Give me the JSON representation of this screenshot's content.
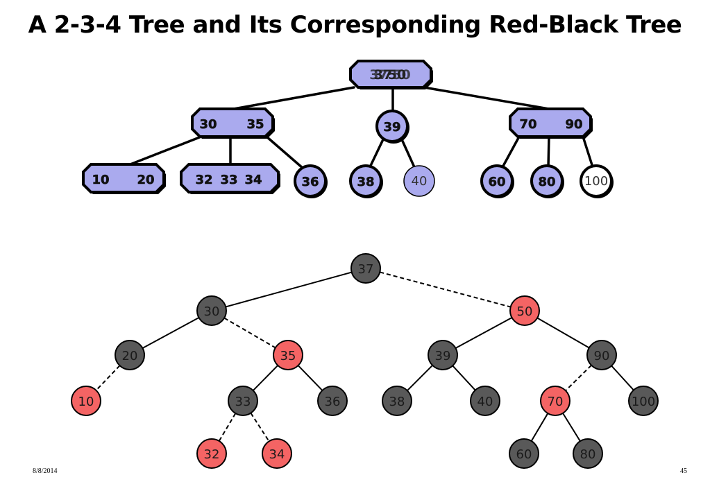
{
  "title": "A 2-3-4 Tree and Its Corresponding Red-Black Tree",
  "colors": {
    "node_fill_234": "#aaaaee",
    "red": "#f46464",
    "black": "#595959",
    "white": "#ffffff",
    "outline": "#000000"
  },
  "tree234": {
    "nodes": [
      {
        "id": "root",
        "shape": "octagon",
        "text": "37  50",
        "overlapped": "37 50"
      },
      {
        "id": "n30-35",
        "shape": "octagon",
        "keys": [
          "30",
          "35"
        ]
      },
      {
        "id": "n39",
        "shape": "circle",
        "keys": [
          "39"
        ]
      },
      {
        "id": "n70-90",
        "shape": "octagon",
        "keys": [
          "70",
          "90"
        ]
      },
      {
        "id": "n10-20",
        "shape": "octagon",
        "keys": [
          "10",
          "20"
        ]
      },
      {
        "id": "n32-33-34",
        "shape": "octagon",
        "keys": [
          "32",
          "33",
          "34"
        ]
      },
      {
        "id": "n36",
        "shape": "circle",
        "keys": [
          "36"
        ]
      },
      {
        "id": "n38",
        "shape": "circle",
        "keys": [
          "38"
        ]
      },
      {
        "id": "n40",
        "shape": "circle",
        "keys": [
          "40"
        ],
        "style": "plain"
      },
      {
        "id": "n60",
        "shape": "circle",
        "keys": [
          "60"
        ]
      },
      {
        "id": "n80",
        "shape": "circle",
        "keys": [
          "80"
        ]
      },
      {
        "id": "n100",
        "shape": "circle",
        "keys": [
          "100"
        ],
        "style": "white"
      }
    ]
  },
  "rbtree": {
    "nodes": [
      {
        "key": "37",
        "color": "black"
      },
      {
        "key": "30",
        "color": "black"
      },
      {
        "key": "50",
        "color": "red"
      },
      {
        "key": "20",
        "color": "black"
      },
      {
        "key": "35",
        "color": "red"
      },
      {
        "key": "39",
        "color": "black"
      },
      {
        "key": "90",
        "color": "black"
      },
      {
        "key": "10",
        "color": "red"
      },
      {
        "key": "33",
        "color": "black"
      },
      {
        "key": "36",
        "color": "black"
      },
      {
        "key": "38",
        "color": "black"
      },
      {
        "key": "40",
        "color": "black"
      },
      {
        "key": "70",
        "color": "red"
      },
      {
        "key": "100",
        "color": "black"
      },
      {
        "key": "32",
        "color": "red"
      },
      {
        "key": "34",
        "color": "red"
      },
      {
        "key": "60",
        "color": "black"
      },
      {
        "key": "80",
        "color": "black"
      }
    ],
    "edges": [
      {
        "from": "37",
        "to": "30",
        "style": "solid"
      },
      {
        "from": "37",
        "to": "50",
        "style": "dashed"
      },
      {
        "from": "30",
        "to": "20",
        "style": "solid"
      },
      {
        "from": "30",
        "to": "35",
        "style": "dashed"
      },
      {
        "from": "20",
        "to": "10",
        "style": "dashed"
      },
      {
        "from": "35",
        "to": "33",
        "style": "solid"
      },
      {
        "from": "35",
        "to": "36",
        "style": "solid"
      },
      {
        "from": "33",
        "to": "32",
        "style": "dashed"
      },
      {
        "from": "33",
        "to": "34",
        "style": "dashed"
      },
      {
        "from": "50",
        "to": "39",
        "style": "solid"
      },
      {
        "from": "50",
        "to": "90",
        "style": "solid"
      },
      {
        "from": "39",
        "to": "38",
        "style": "solid"
      },
      {
        "from": "39",
        "to": "40",
        "style": "solid"
      },
      {
        "from": "90",
        "to": "70",
        "style": "dashed"
      },
      {
        "from": "90",
        "to": "100",
        "style": "solid"
      },
      {
        "from": "70",
        "to": "60",
        "style": "solid"
      },
      {
        "from": "70",
        "to": "80",
        "style": "solid"
      }
    ]
  },
  "footer": {
    "date": "8/8/2014",
    "page": "45"
  }
}
